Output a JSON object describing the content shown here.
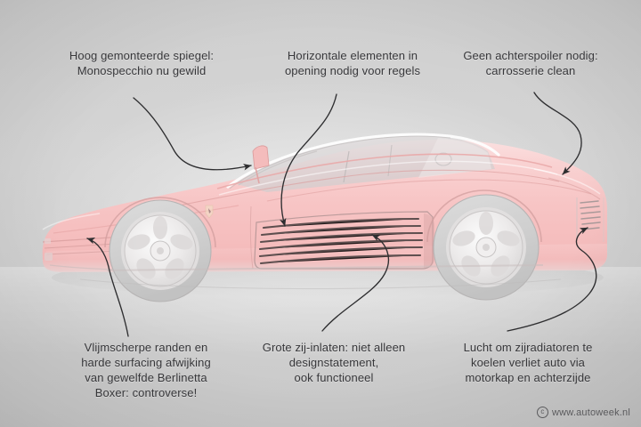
{
  "image": {
    "subject": "Ferrari Testarossa zijaanzicht",
    "background_color": "#cdcdcd",
    "body_color": "#f7c6c6",
    "annotation_color": "#37373a"
  },
  "annotations": [
    {
      "id": "mirror",
      "text": "Hoog gemonteerde spiegel:\nMonospecchio nu gewild",
      "position": "top-left"
    },
    {
      "id": "strakes-rules",
      "text": "Horizontale elementen in\nopening nodig voor regels",
      "position": "top-center"
    },
    {
      "id": "no-spoiler",
      "text": "Geen achterspoiler nodig:\ncarrosserie clean",
      "position": "top-right"
    },
    {
      "id": "sharp-edges",
      "text": "Vlijmscherpe randen en\nharde surfacing afwijking\nvan gewelfde Berlinetta\nBoxer: controverse!",
      "position": "bottom-left"
    },
    {
      "id": "side-intakes",
      "text": "Grote zij-inlaten: niet alleen\ndesignstatement,\nook functioneel",
      "position": "bottom-center"
    },
    {
      "id": "radiator-air",
      "text": "Lucht om zijradiatoren te\nkoelen verliet auto via\nmotorkap en achterzijde",
      "position": "bottom-right"
    }
  ],
  "watermark": {
    "symbol": "c",
    "text": "www.autoweek.nl"
  }
}
